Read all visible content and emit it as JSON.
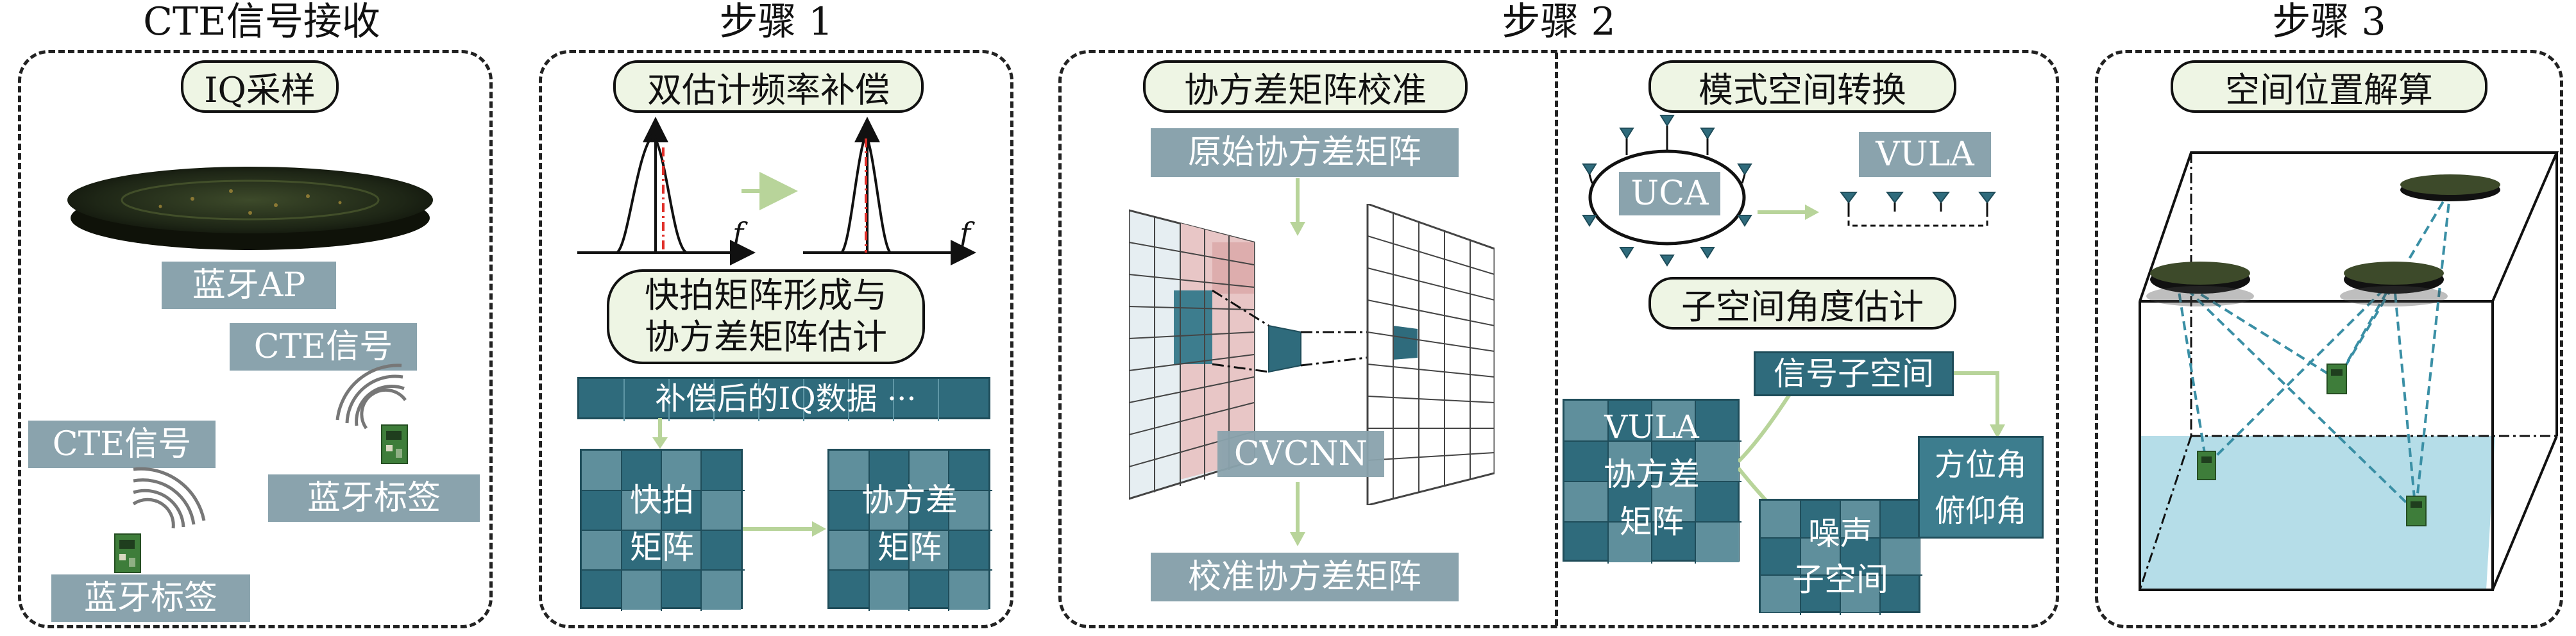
{
  "panels": {
    "p0": {
      "title": "CTE信号接收",
      "sub": "IQ采样",
      "ap_label": "蓝牙AP",
      "cte_right": "CTE信号",
      "cte_left": "CTE信号",
      "tag_right": "蓝牙标签",
      "tag_left": "蓝牙标签"
    },
    "p1": {
      "title": "步骤 1",
      "sub": "双估计频率补偿",
      "f_axis": "f",
      "box_title_1": "快拍矩阵形成与",
      "box_title_2": "协方差矩阵估计",
      "iq_bar": "补偿后的IQ数据 ···",
      "m1_l1": "快拍",
      "m1_l2": "矩阵",
      "m2_l1": "协方差",
      "m2_l2": "矩阵"
    },
    "p2": {
      "title": "步骤 2",
      "left_sub": "协方差矩阵校准",
      "raw": "原始协方差矩阵",
      "cvcnn": "CVCNN",
      "calib": "校准协方差矩阵",
      "right_sub": "模式空间转换",
      "uca": "UCA",
      "vula": "VULA",
      "sub2": "子空间角度估计",
      "vm_l1": "VULA",
      "vm_l2": "协方差",
      "vm_l3": "矩阵",
      "signal": "信号子空间",
      "noise_l1": "噪声",
      "noise_l2": "子空间",
      "angle_l1": "方位角",
      "angle_l2": "俯仰角"
    },
    "p3": {
      "title": "步骤 3",
      "sub": "空间位置解算"
    }
  },
  "colors": {
    "dark_teal": "#2f6b7c",
    "mid_teal": "#3d7d8e",
    "gray_blue": "#8aa3ad",
    "pill_bg": "#eef5e4",
    "arrow_green": "#b8d49a",
    "pink": "#d9a3a3",
    "water": "#b5dde8",
    "red_dash": "#e0302a"
  }
}
